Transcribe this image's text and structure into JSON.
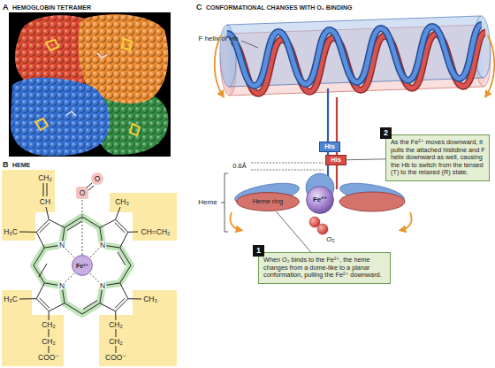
{
  "diagram": {
    "nodes": [
      {
        "text": [
          "Fe²⁺"
        ]
      },
      {
        "text": [
          "His"
        ]
      },
      {
        "text": [
          "His"
        ]
      },
      {
        "text": [
          "2",
          "As the Fe²⁺ moves downward, it pulls the attached histidine and F helix downward as well, causing the Hb to switch from the tensed (T) to the relaxed (R) state."
        ]
      },
      {
        "text": [
          "Heme ring"
        ]
      },
      {
        "text": [
          "Fe²⁺"
        ]
      },
      {
        "text": [
          "1",
          "When O₂ binds to the Fe²⁺, the heme changes from a dome-like to a planar conformation, pulling the Fe²⁺ downward."
        ]
      }
    ],
    "edges": [
      {
        "from": 3,
        "to": 2,
        "arrow": "none"
      },
      {
        "from": 6,
        "to": 4,
        "arrow": "none"
      }
    ],
    "labels": [
      "A",
      "HEMOGLOBIN TETRAMER",
      "C",
      "CONFORMATIONAL CHANGES WITH O₂ BINDING",
      "F helix of Hb",
      "0.6Å",
      "Heme",
      "O₂",
      "B",
      "HEME",
      "CH₂",
      "CH",
      "O",
      "O",
      "CH₃",
      "H₃C",
      "CH=CH₂",
      "N",
      "N",
      "N",
      "N",
      "H₃C",
      "CH₃",
      "CH₂",
      "CH₂",
      "CH₂",
      "CH₂",
      "COO⁻",
      "COO⁻"
    ]
  }
}
